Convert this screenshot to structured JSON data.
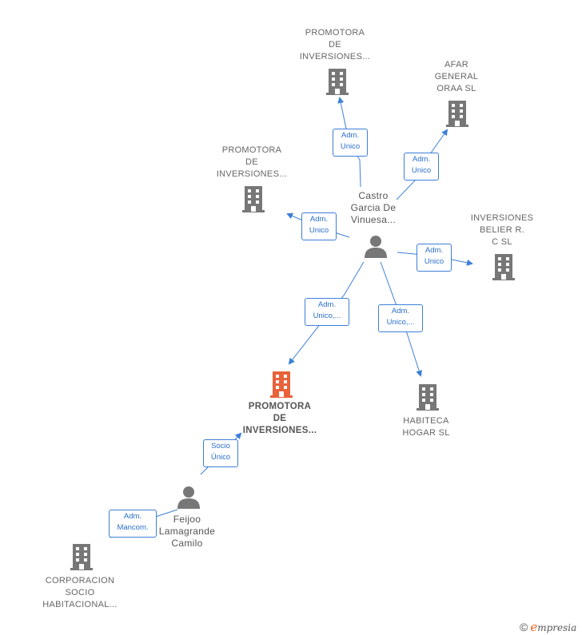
{
  "nodes": {
    "center": "PROMOTORA\nDE\nINVERSIONES...",
    "promotora_top": "PROMOTORA\nDE\nINVERSIONES...",
    "afar": "AFAR\nGENERAL\nORAA  SL",
    "promotora_left": "PROMOTORA\nDE\nINVERSIONES...",
    "castro": "Castro\nGarcia De\nVinuesa...",
    "belier": "INVERSIONES\nBELIER R.\nC SL",
    "habiteca": "HABITECA\nHOGAR  SL",
    "feijoo": "Feijoo\nLamagrande\nCamilo",
    "corporacion": "CORPORACION\nSOCIO\nHABITACIONAL..."
  },
  "edges": {
    "castro_promotora_top": "Adm.\nUnico",
    "castro_afar": "Adm.\nUnico",
    "castro_promotora_left": "Adm.\nUnico",
    "castro_belier": "Adm.\nUnico",
    "castro_center": "Adm.\nUnico,...",
    "castro_habiteca": "Adm.\nUnico,...",
    "feijoo_center": "Socio\nÚnico",
    "feijoo_corporacion": "Adm.\nMancom."
  },
  "colors": {
    "building": "#777777",
    "building_center": "#e8623a",
    "person": "#777777",
    "edge": "#3c7fd8"
  },
  "watermark": {
    "copyright": "©",
    "brand_e": "e",
    "brand_rest": "mpresia"
  }
}
